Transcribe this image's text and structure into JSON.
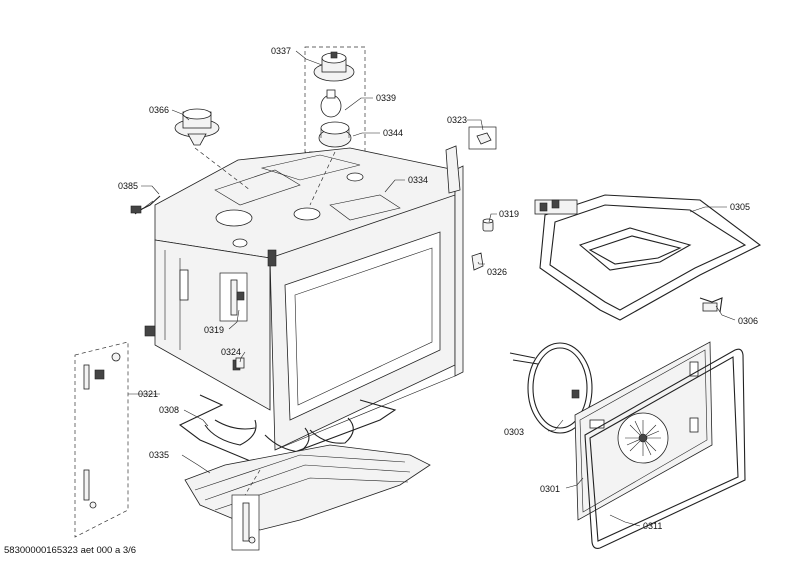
{
  "diagram": {
    "callouts": [
      "0337",
      "0339",
      "0344",
      "0366",
      "0323",
      "0385",
      "0334",
      "0319",
      "0305",
      "0326",
      "0306",
      "0319",
      "0324",
      "0321",
      "0308",
      "0303",
      "0335",
      "0301",
      "0311"
    ],
    "footer": "58300000165323 aet 000 a 3/6"
  },
  "colors": {
    "line": "#222222",
    "part_fill": "#f3f3f3",
    "background": "#ffffff"
  }
}
